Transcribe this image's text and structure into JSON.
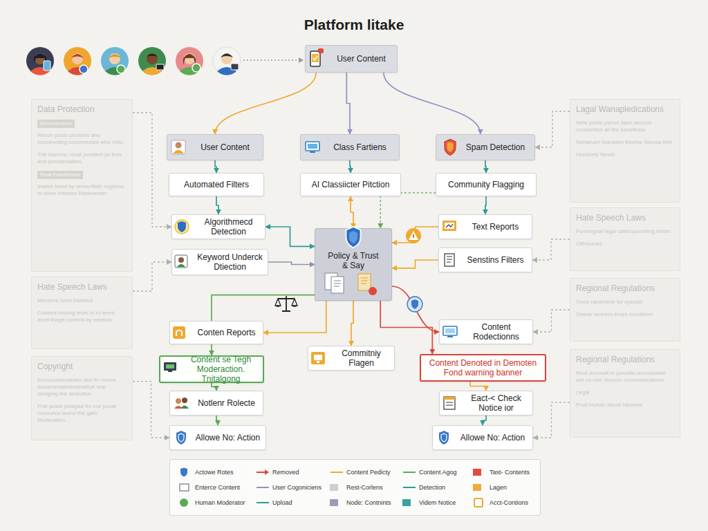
{
  "diagram": {
    "title": "Platform litake",
    "nodes": [
      {
        "text": [
          "User Content"
        ]
      },
      {
        "text": [
          "Data Protection",
          "Movorfoones",
          "Recon posts proteins aho constructing commnuoes who nclic.",
          "Thir blanonc ronal posttent yo fron and ponctersation.",
          "Real Frautlesles",
          "Inaere bood by reonorffeth reganos to wiver Infetore Reekvenfer"
        ]
      },
      {
        "text": [
          "User Content"
        ]
      },
      {
        "text": [
          "Class Fartiens"
        ]
      },
      {
        "text": [
          "Spam Detection"
        ]
      },
      {
        "text": [
          "Lagal Wanapledications",
          "Nete posts panon lianc sevoon consention all the consitions",
          "Noharuen Iearoden Mortoe Stonca font",
          "Hondorts Newis"
        ]
      },
      {
        "text": [
          "Automated Filters"
        ]
      },
      {
        "text": [
          "AI Classiicter Pitction"
        ]
      },
      {
        "text": [
          "Community Flagging"
        ]
      },
      {
        "text": [
          "Algorithmecd Detection"
        ]
      },
      {
        "text": [
          "Policy & Trust & Say"
        ]
      },
      {
        "text": [
          "Text Reports"
        ]
      },
      {
        "text": [
          "Hate Speech Laws",
          "Fenrergnal lagal cated poorsiing berim",
          "Offnourres"
        ]
      },
      {
        "text": [
          "Keyword Underck Dtiection"
        ]
      },
      {
        "text": [
          "Senstins Filters"
        ]
      },
      {
        "text": [
          "Hate Speech Laws",
          "Mecsors Gont Deleted",
          "Content holong feonl in ro ienrd ercel fnage content by session"
        ]
      },
      {
        "text": [
          "Regional Regulations",
          "Coce varotnene for eyeods",
          "Deloar renners Inues ccoutionn"
        ]
      },
      {
        "text": [
          "Conten Reports"
        ]
      },
      {
        "text": [
          "Content Rodectionns"
        ]
      },
      {
        "text": [
          "Commitniy Flagen"
        ]
      },
      {
        "text": [
          "Content se Tegh Moderaction. Tnitalgong"
        ]
      },
      {
        "text": [
          "Content Denoted in Demoten Fond warning banner"
        ]
      },
      {
        "text": [
          "Copyright",
          "Encocumentatalm deo frr rooms docomentatsleeanathat one designig the detection.",
          "Prat posst pniagad fro roe posar rocreatns taond the gath Moderation."
        ]
      },
      {
        "text": [
          "Regional Regulations",
          "Rool domnatt in ponsiits reconstatlat ant no rom Tenv/or cornmonicatlons",
          "Legal",
          "Prod Hunan Nevel Nevews"
        ]
      },
      {
        "text": [
          "Notlenr Rolecte"
        ]
      },
      {
        "text": [
          "Eact-< Check Notice ior"
        ]
      },
      {
        "text": [
          "Allowe No: Action"
        ]
      },
      {
        "text": [
          "Allowe No: Action"
        ]
      }
    ],
    "edges": [
      {
        "from": 0,
        "to": 2,
        "arrow": "to"
      },
      {
        "from": 0,
        "to": 3,
        "arrow": "to"
      },
      {
        "from": 0,
        "to": 4,
        "arrow": "to"
      },
      {
        "from": 2,
        "to": 6,
        "arrow": "to"
      },
      {
        "from": 3,
        "to": 7,
        "arrow": "to"
      },
      {
        "from": 4,
        "to": 8,
        "arrow": "to"
      },
      {
        "from": 6,
        "to": 9,
        "arrow": "to"
      },
      {
        "from": 9,
        "to": 10,
        "arrow": "both"
      },
      {
        "from": 13,
        "to": 10,
        "arrow": "to"
      },
      {
        "from": 7,
        "to": 10,
        "arrow": "both"
      },
      {
        "from": 8,
        "to": 11,
        "arrow": "to"
      },
      {
        "from": 8,
        "to": 10,
        "arrow": "to"
      },
      {
        "from": 11,
        "to": 10,
        "arrow": "to"
      },
      {
        "from": 14,
        "to": 10,
        "arrow": "to"
      },
      {
        "from": 10,
        "to": 17,
        "arrow": "to"
      },
      {
        "from": 10,
        "to": 20,
        "arrow": "to"
      },
      {
        "from": 10,
        "to": 19,
        "arrow": "to"
      },
      {
        "from": 10,
        "to": 18,
        "arrow": "to"
      },
      {
        "from": 10,
        "to": 21,
        "arrow": "to"
      },
      {
        "from": 20,
        "to": 24,
        "arrow": "to"
      },
      {
        "from": 24,
        "to": 26,
        "arrow": "to"
      },
      {
        "from": 21,
        "to": 25,
        "arrow": "to"
      },
      {
        "from": 25,
        "to": 27,
        "arrow": "to"
      },
      {
        "from": 1,
        "to": 9,
        "arrow": "to"
      },
      {
        "from": 15,
        "to": 13,
        "arrow": "to"
      },
      {
        "from": 22,
        "to": 26,
        "arrow": "to"
      },
      {
        "from": 5,
        "to": 4,
        "arrow": "to"
      },
      {
        "from": 12,
        "to": 14,
        "arrow": "to"
      },
      {
        "from": 16,
        "to": 18,
        "arrow": "to"
      },
      {
        "from": 23,
        "to": 27,
        "arrow": "to"
      }
    ],
    "legend": [
      {
        "text": "Actowe Rotes"
      },
      {
        "text": "Removed"
      },
      {
        "text": "Content Pedicty"
      },
      {
        "text": "Content Agog"
      },
      {
        "text": "Tast- Contents",
        "color": "#e24b3b"
      },
      {
        "text": "Enterce Content"
      },
      {
        "text": "User Cogoniciens"
      },
      {
        "text": "Rest-Corlens",
        "color": "#cfcfcf"
      },
      {
        "text": "Detection"
      },
      {
        "text": "Lagen",
        "color": "#f3a93a"
      },
      {
        "text": "Human Moderator"
      },
      {
        "text": "Upload"
      },
      {
        "text": "Node: Contnints",
        "color": "#9c9cb8"
      },
      {
        "text": "Videm Notice",
        "color": "#3aa29c"
      },
      {
        "text": "Acct-Contions"
      }
    ]
  }
}
